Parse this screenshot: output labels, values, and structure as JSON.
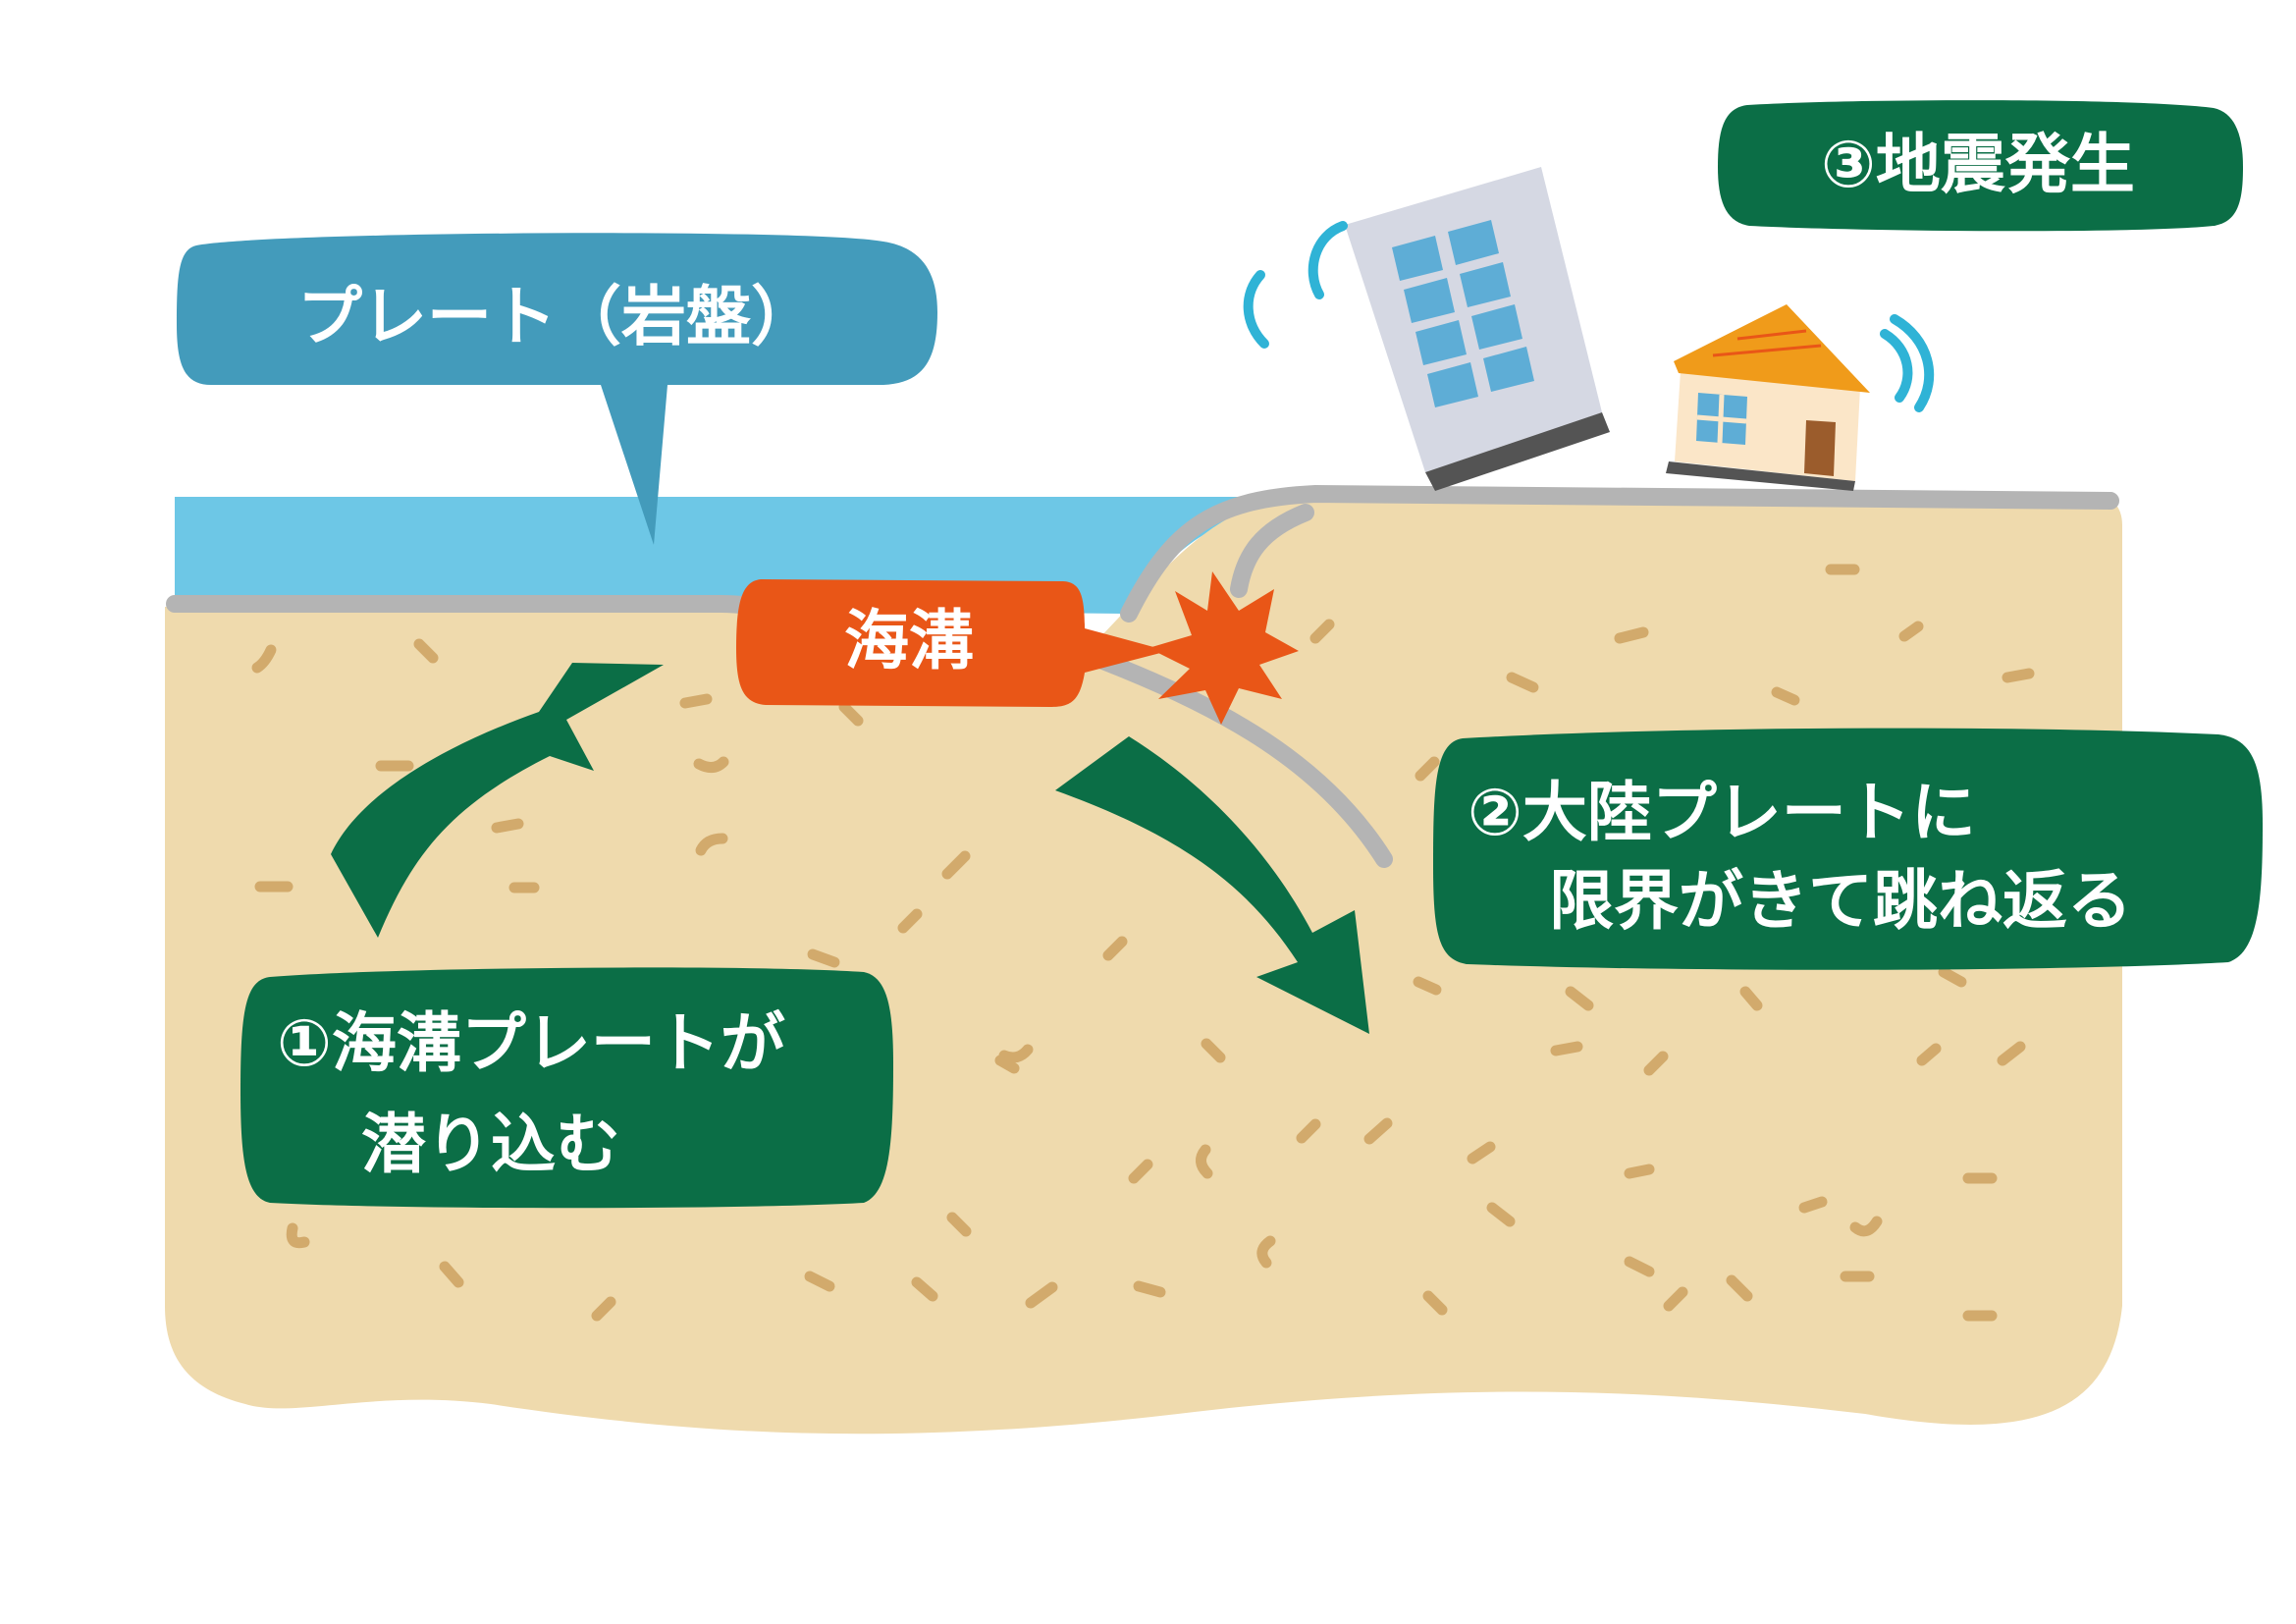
{
  "labels": {
    "plate": "プレート（岩盤）",
    "trench": "海溝",
    "step1_line1": "①海溝プレートが",
    "step1_line2": "潜り込む",
    "step2_line1": "②大陸プレートに",
    "step2_line2": "限界がきて跳ね返る",
    "step3": "③地震発生"
  },
  "colors": {
    "sea": "#6dc7e6",
    "ground": "#efdaad",
    "ground_specks": "#d2aa6c",
    "plate_line": "#b4b4b4",
    "plate_callout": "#439bbb",
    "trench_callout": "#e95617",
    "step_callout": "#0b6e46",
    "arrow": "#0b6e46",
    "impact_star": "#e95617",
    "shake_marks": "#2fb3d6",
    "roof": "#f09b1a",
    "house_wall": "#fbe6c8",
    "building": "#d5d8e3",
    "window": "#5eadd6"
  },
  "icons": [
    "impact-burst-icon",
    "shake-lines-icon",
    "tilting-building-icon",
    "tilting-house-icon"
  ]
}
